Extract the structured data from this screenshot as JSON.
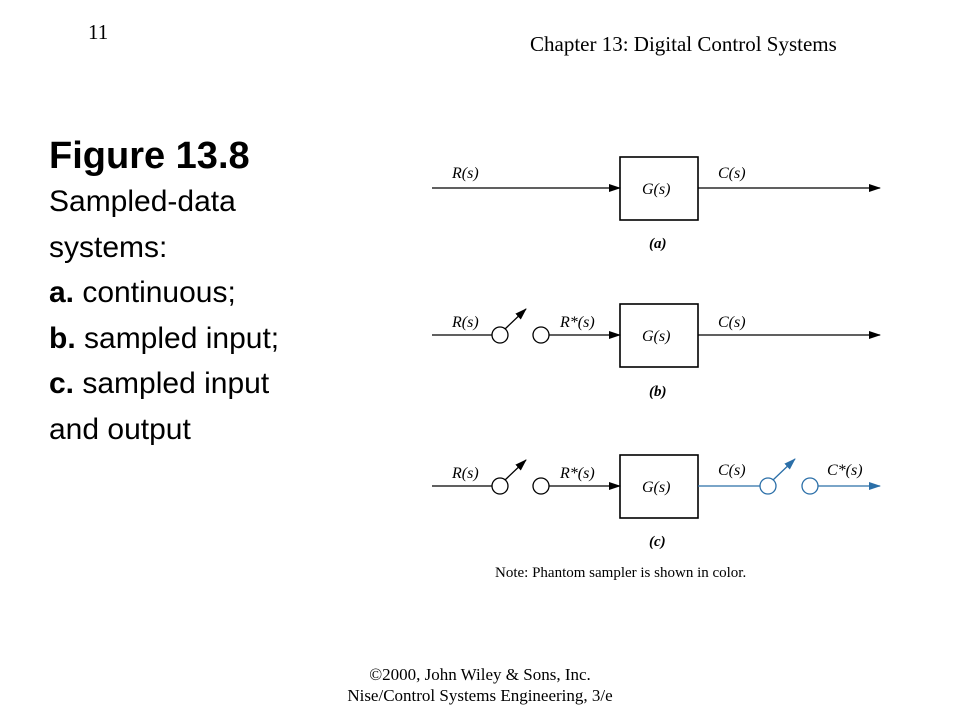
{
  "header": {
    "page_number": "11",
    "chapter": "Chapter 13: Digital Control Systems"
  },
  "caption": {
    "figure": "Figure 13.8",
    "line1": "Sampled-data",
    "line2": "systems:",
    "a_prefix": "a.",
    "a_text": " continuous;",
    "b_prefix": "b.",
    "b_text": " sampled input;",
    "c_prefix": "c.",
    "c_text": " sampled input",
    "c_text2": "and output"
  },
  "diagram": {
    "accent_color": "#2b6fa8",
    "a": {
      "input": "R(s)",
      "block": "G(s)",
      "output": "C(s)",
      "label": "(a)"
    },
    "b": {
      "input": "R(s)",
      "sampled": "R*(s)",
      "block": "G(s)",
      "output": "C(s)",
      "label": "(b)"
    },
    "c": {
      "input": "R(s)",
      "sampled": "R*(s)",
      "block": "G(s)",
      "output": "C(s)",
      "sampled_output": "C*(s)",
      "label": "(c)"
    },
    "note": "Note:  Phantom sampler is shown in color."
  },
  "footer": {
    "line1": "©2000, John Wiley & Sons, Inc.",
    "line2": "Nise/Control Systems Engineering, 3/e"
  }
}
